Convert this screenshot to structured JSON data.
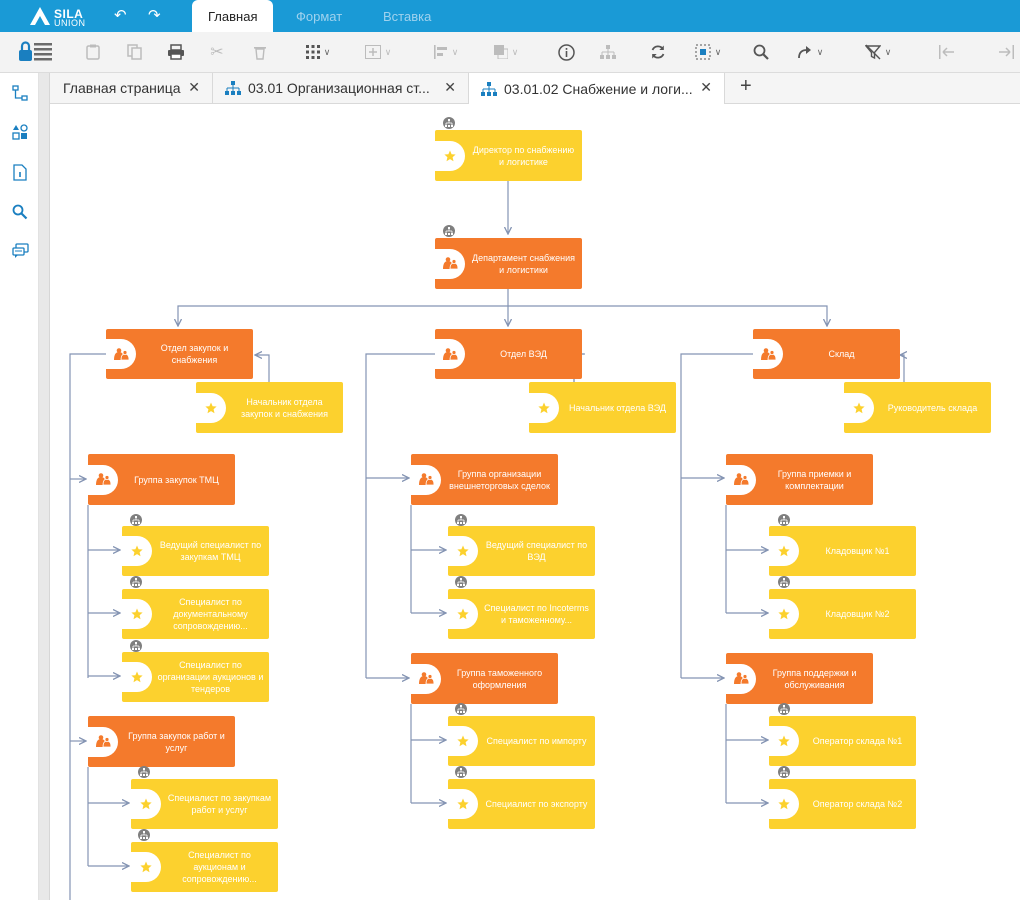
{
  "app": {
    "brand_line1": "SILA",
    "brand_line2": "UNION"
  },
  "ribbon_tabs": [
    {
      "label": "Главная",
      "active": true
    },
    {
      "label": "Формат",
      "active": false
    },
    {
      "label": "Вставка",
      "active": false
    }
  ],
  "colors": {
    "topbar": "#1a9ad6",
    "position_node": "#fcd12e",
    "unit_node": "#f47a2c",
    "connector": "#8494b3",
    "icon": "#1a7fc0"
  },
  "toolbar_icons": [
    "lock-list-icon",
    "clipboard-icon",
    "copy-icon",
    "print-icon",
    "scissors-icon",
    "trash-icon",
    "grid-icon",
    "column-insert-icon",
    "align-icon",
    "fill-icon",
    "info-icon",
    "hierarchy-icon",
    "refresh-icon",
    "select-icon",
    "search-icon",
    "redo-icon",
    "filter-icon",
    "collapse-left-icon",
    "collapse-right-icon"
  ],
  "sidebar_icons": [
    "org-structure-icon",
    "shapes-icon",
    "document-icon",
    "search-icon",
    "comments-icon"
  ],
  "doc_tabs": [
    {
      "title": "Главная страница",
      "icon": "none",
      "active": false
    },
    {
      "title": "03.01 Организационная ст...",
      "icon": "org-chart-icon",
      "active": false
    },
    {
      "title": "03.01.02 Снабжение и логи...",
      "icon": "org-chart-icon",
      "active": true
    }
  ],
  "add_tab_label": "+",
  "org_chart": {
    "nodes": {
      "director": {
        "label": "Директор по снабжению и логистике",
        "kind": "position"
      },
      "department": {
        "label": "Департамент снабжения и логистики",
        "kind": "unit"
      },
      "dept_purchase": {
        "label": "Отдел закупок и снабжения",
        "kind": "unit"
      },
      "head_purchase": {
        "label": "Начальник отдела закупок и снабжения",
        "kind": "position"
      },
      "grp_tmc": {
        "label": "Группа закупок ТМЦ",
        "kind": "unit"
      },
      "lead_tmc": {
        "label": "Ведущий специалист по закупкам ТМЦ",
        "kind": "position"
      },
      "spec_doc": {
        "label": "Специалист по документальному сопровождению...",
        "kind": "position"
      },
      "spec_auction": {
        "label": "Специалист по организации аукционов и тендеров",
        "kind": "position"
      },
      "grp_works": {
        "label": "Группа закупок работ и услуг",
        "kind": "unit"
      },
      "spec_works": {
        "label": "Специалист по закупкам работ и услуг",
        "kind": "position"
      },
      "spec_auction2": {
        "label": "Специалист по аукционам и сопровождению...",
        "kind": "position"
      },
      "dept_ved": {
        "label": "Отдел ВЭД",
        "kind": "unit"
      },
      "head_ved": {
        "label": "Начальник отдела ВЭД",
        "kind": "position"
      },
      "grp_foreign": {
        "label": "Группа организации внешнеторговых сделок",
        "kind": "unit"
      },
      "lead_ved": {
        "label": "Ведущий специалист по ВЭД",
        "kind": "position"
      },
      "spec_incoterms": {
        "label": "Специалист по Incoterms и таможенному...",
        "kind": "position"
      },
      "grp_customs": {
        "label": "Группа таможенного оформления",
        "kind": "unit"
      },
      "spec_import": {
        "label": "Специалист по импорту",
        "kind": "position"
      },
      "spec_export": {
        "label": "Специалист по экспорту",
        "kind": "position"
      },
      "warehouse": {
        "label": "Склад",
        "kind": "unit"
      },
      "head_wh": {
        "label": "Руководитель склада",
        "kind": "position"
      },
      "grp_receiving": {
        "label": "Группа приемки и комплектации",
        "kind": "unit"
      },
      "keeper1": {
        "label": "Кладовщик №1",
        "kind": "position"
      },
      "keeper2": {
        "label": "Кладовщик №2",
        "kind": "position"
      },
      "grp_support": {
        "label": "Группа поддержки и обслуживания",
        "kind": "unit"
      },
      "operator1": {
        "label": "Оператор склада №1",
        "kind": "position"
      },
      "operator2": {
        "label": "Оператор склада №2",
        "kind": "position"
      }
    }
  }
}
